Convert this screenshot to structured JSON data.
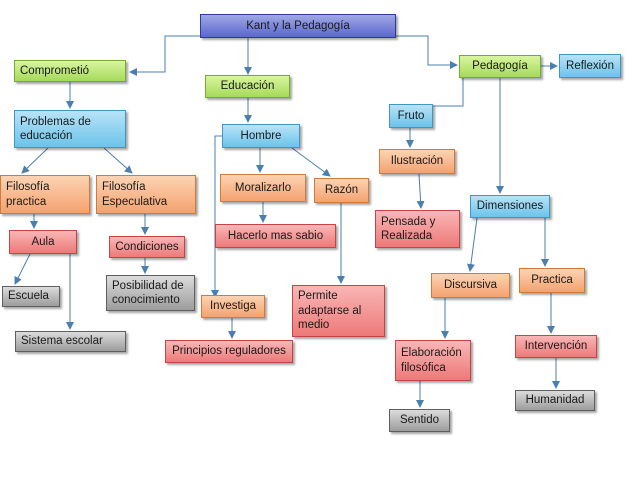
{
  "nodes": {
    "kant": "Kant y la Pedagogía",
    "comprometio": "Comprometió",
    "educacion": "Educación",
    "pedagogia": "Pedagogía",
    "reflexion": "Reflexión",
    "problemas": "Problemas de educación",
    "hombre": "Hombre",
    "fruto": "Fruto",
    "filosofia_practica": "Filosofía practica",
    "filosofia_especulativa": "Filosofía Especulativa",
    "moralizarlo": "Moralizarlo",
    "razon": "Razón",
    "ilustracion": "Ilustración",
    "aula": "Aula",
    "condiciones": "Condiciones",
    "hacerlo": "Hacerlo mas sabio",
    "pensada": "Pensada y Realizada",
    "dimensiones": "Dimensiones",
    "escuela": "Escuela",
    "posibilidad": "Posibilidad de conocimiento",
    "investiga": "Investiga",
    "permite": "Permite adaptarse al medio",
    "discursiva": "Discursiva",
    "practica": "Practica",
    "sistema": "Sistema escolar",
    "principios": "Principios reguladores",
    "elaboracion": "Elaboración filosófica",
    "intervencion": "Intervención",
    "humanidad": "Humanidad",
    "sentido": "Sentido"
  },
  "colors": {
    "connector": "#4a7fae",
    "blue": "#6cc3ea",
    "navy": "#5b67cf",
    "green": "#a6da5a",
    "orange": "#f4a270",
    "red": "#ee7979",
    "gray": "#9c9c9c"
  }
}
